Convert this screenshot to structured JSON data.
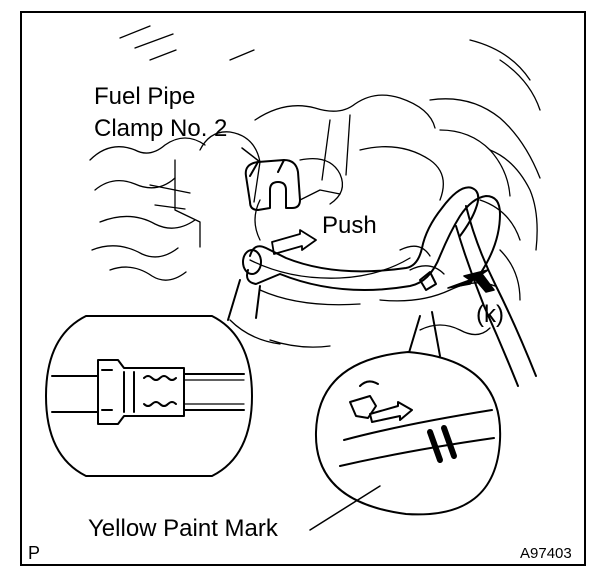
{
  "figure": {
    "labels": {
      "fuel_pipe_clamp": "Fuel Pipe",
      "fuel_pipe_clamp_line2": "Clamp No. 2",
      "push": "Push",
      "k_marker": "(k)",
      "yellow_paint_mark": "Yellow Paint Mark",
      "corner_letter": "P",
      "figure_id": "A97403"
    },
    "colors": {
      "ink": "#000000",
      "paper": "#ffffff"
    }
  }
}
